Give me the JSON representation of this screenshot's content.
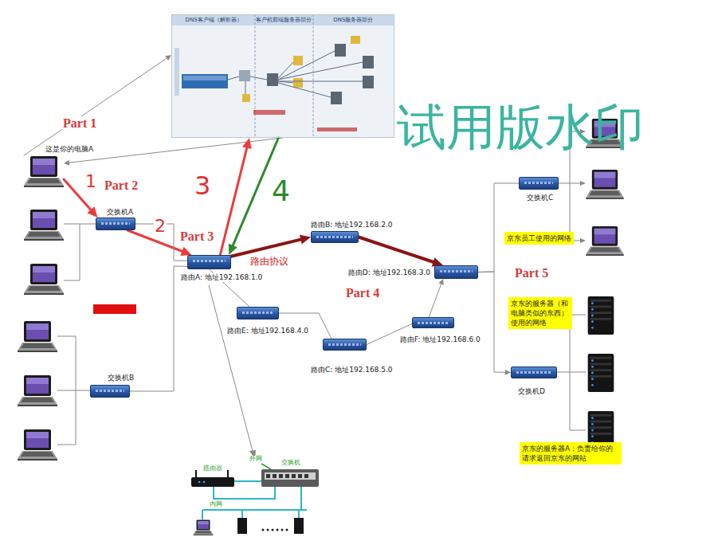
{
  "diagram": {
    "nodes": [
      {
        "text": [
          "DNS客户端（解析器）",
          "客户机前端服务器部分",
          "DNS服务器部分"
        ]
      },
      {
        "text": [
          "这是你的电脑A"
        ]
      },
      {
        "text": [
          "交换机A"
        ]
      },
      {
        "text": [
          "路由A: 地址192.168.1.0"
        ]
      },
      {
        "text": [
          "路由B: 地址192.168.2.0"
        ]
      },
      {
        "text": [
          "交换机C"
        ]
      },
      {
        "text": [
          "京东员工使用的网络"
        ]
      },
      {
        "text": [
          "路由D: 地址192.168.3.0"
        ]
      },
      {
        "text": [
          "路由E: 地址192.168.4.0"
        ]
      },
      {
        "text": [
          "路由F: 地址192.168.6.0"
        ]
      },
      {
        "text": [
          "京东的服务器（和电脑类似的东西）使用的网络"
        ]
      },
      {
        "text": [
          "路由C: 地址192.168.5.0"
        ]
      },
      {
        "text": [
          "交换机B"
        ]
      },
      {
        "text": [
          "交换机D"
        ]
      },
      {
        "text": [
          "京东的服务器A：负责给你的请求返回京东的网站"
        ]
      }
    ],
    "edges": [
      {
        "from": 1,
        "to": 0,
        "arrow": "to"
      },
      {
        "from": 0,
        "to": 1,
        "arrow": "to"
      },
      {
        "from": 1,
        "to": 2,
        "arrow": "to"
      },
      {
        "from": 2,
        "to": 3,
        "arrow": "to"
      },
      {
        "from": 2,
        "to": 3,
        "arrow": "none"
      },
      {
        "from": 12,
        "to": 3,
        "arrow": "none"
      },
      {
        "from": 3,
        "to": 0,
        "arrow": "to"
      },
      {
        "from": 0,
        "to": 3,
        "arrow": "to"
      },
      {
        "from": 3,
        "to": 4,
        "arrow": "to"
      },
      {
        "from": 4,
        "to": 7,
        "arrow": "to"
      },
      {
        "from": 3,
        "to": 8,
        "arrow": "none"
      },
      {
        "from": 8,
        "to": 11,
        "arrow": "none"
      },
      {
        "from": 11,
        "to": 9,
        "arrow": "none"
      },
      {
        "from": 9,
        "to": 7,
        "arrow": "to"
      },
      {
        "from": 7,
        "to": 5,
        "arrow": "none"
      },
      {
        "from": 7,
        "to": 13,
        "arrow": "to"
      }
    ],
    "labels": [
      "Part 1",
      "Part 2",
      "Part 3",
      "Part 4",
      "Part 5",
      "1",
      "2",
      "3",
      "4",
      "路由协议",
      "试用版水印",
      "路由器",
      "外网",
      "交换机",
      "内网"
    ]
  }
}
